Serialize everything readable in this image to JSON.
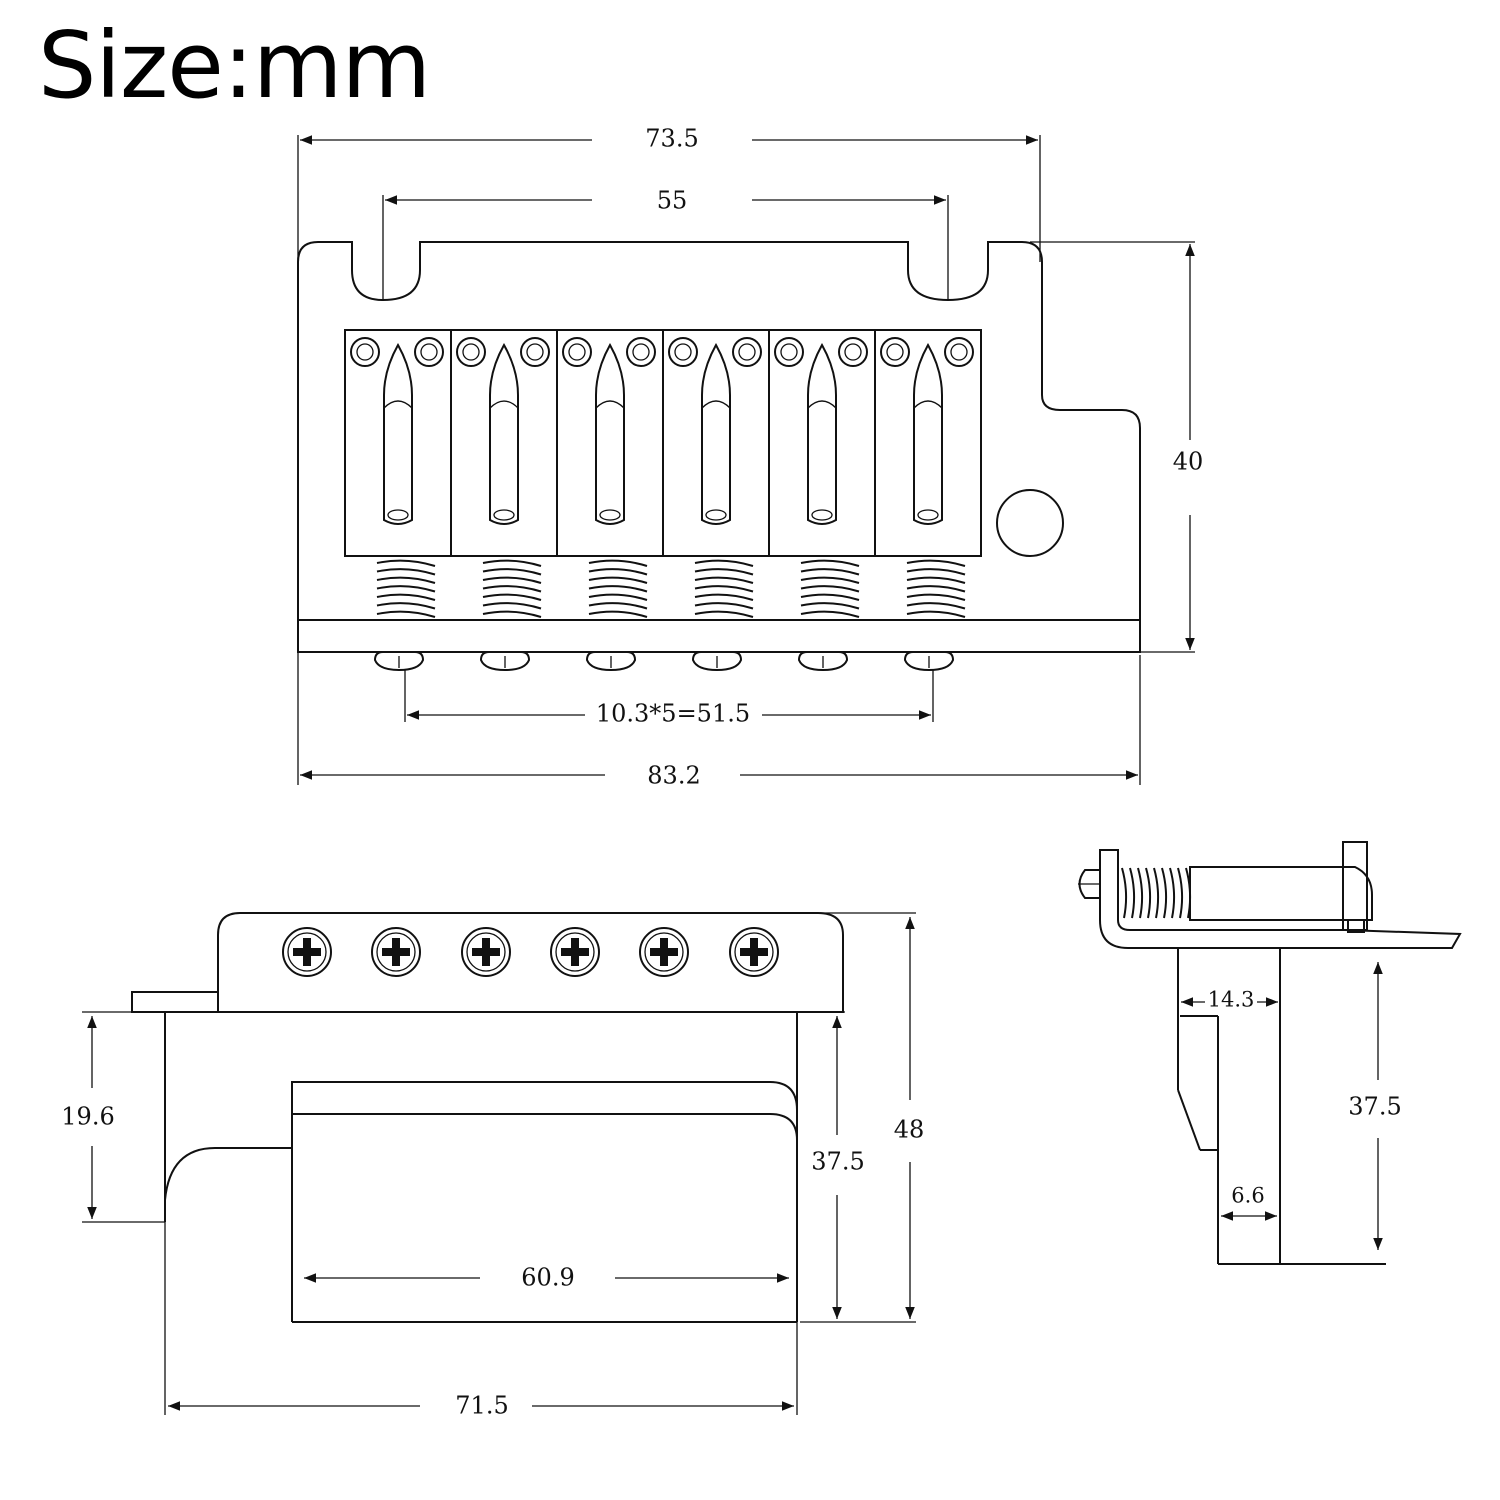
{
  "title": "Size:mm",
  "top_view": {
    "overall_top_width": "73.5",
    "mount_slot_spacing": "55",
    "saddle_spacing": "10.3*5=51.5",
    "base_width": "83.2",
    "height": "40"
  },
  "front_view": {
    "plate_height": "19.6",
    "block_width": "60.9",
    "block_height": "37.5",
    "overall_height": "48",
    "base_width": "71.5"
  },
  "side_view": {
    "block_thickness": "14.3",
    "lip_thickness": "6.6",
    "block_height": "37.5"
  }
}
